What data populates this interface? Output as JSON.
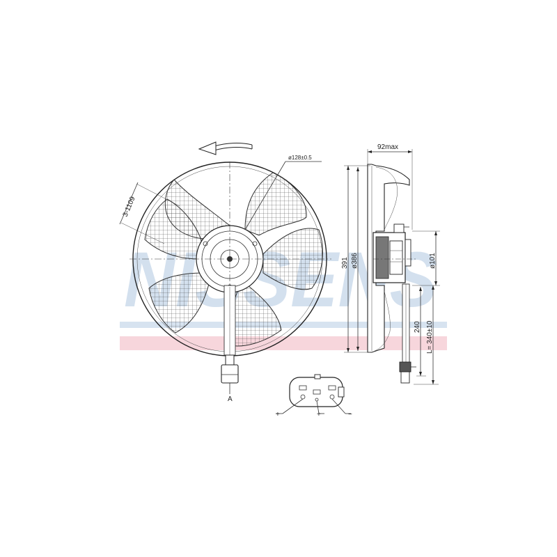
{
  "watermark": {
    "text": "NISSENS",
    "colors": {
      "band_blue": "#d7e3f0",
      "band_red": "#f7d6dc",
      "letters": "#c9d9ea"
    }
  },
  "front_view": {
    "hub_diameter_label": "ø128±0.5",
    "mount_spacing_label": "3-1109",
    "view_label": "A",
    "rotation": "counterclockwise"
  },
  "side_view": {
    "depth_label": "92max",
    "outer_height_label": "391",
    "fan_diameter_label": "ø386",
    "motor_diameter_label": "ø101",
    "cable_length_label": "240",
    "total_length_label": "L= 340±10"
  },
  "connector": {
    "pins": [
      "+",
      "+",
      "−"
    ]
  },
  "colors": {
    "line": "#333333",
    "hatch": "#555555"
  }
}
